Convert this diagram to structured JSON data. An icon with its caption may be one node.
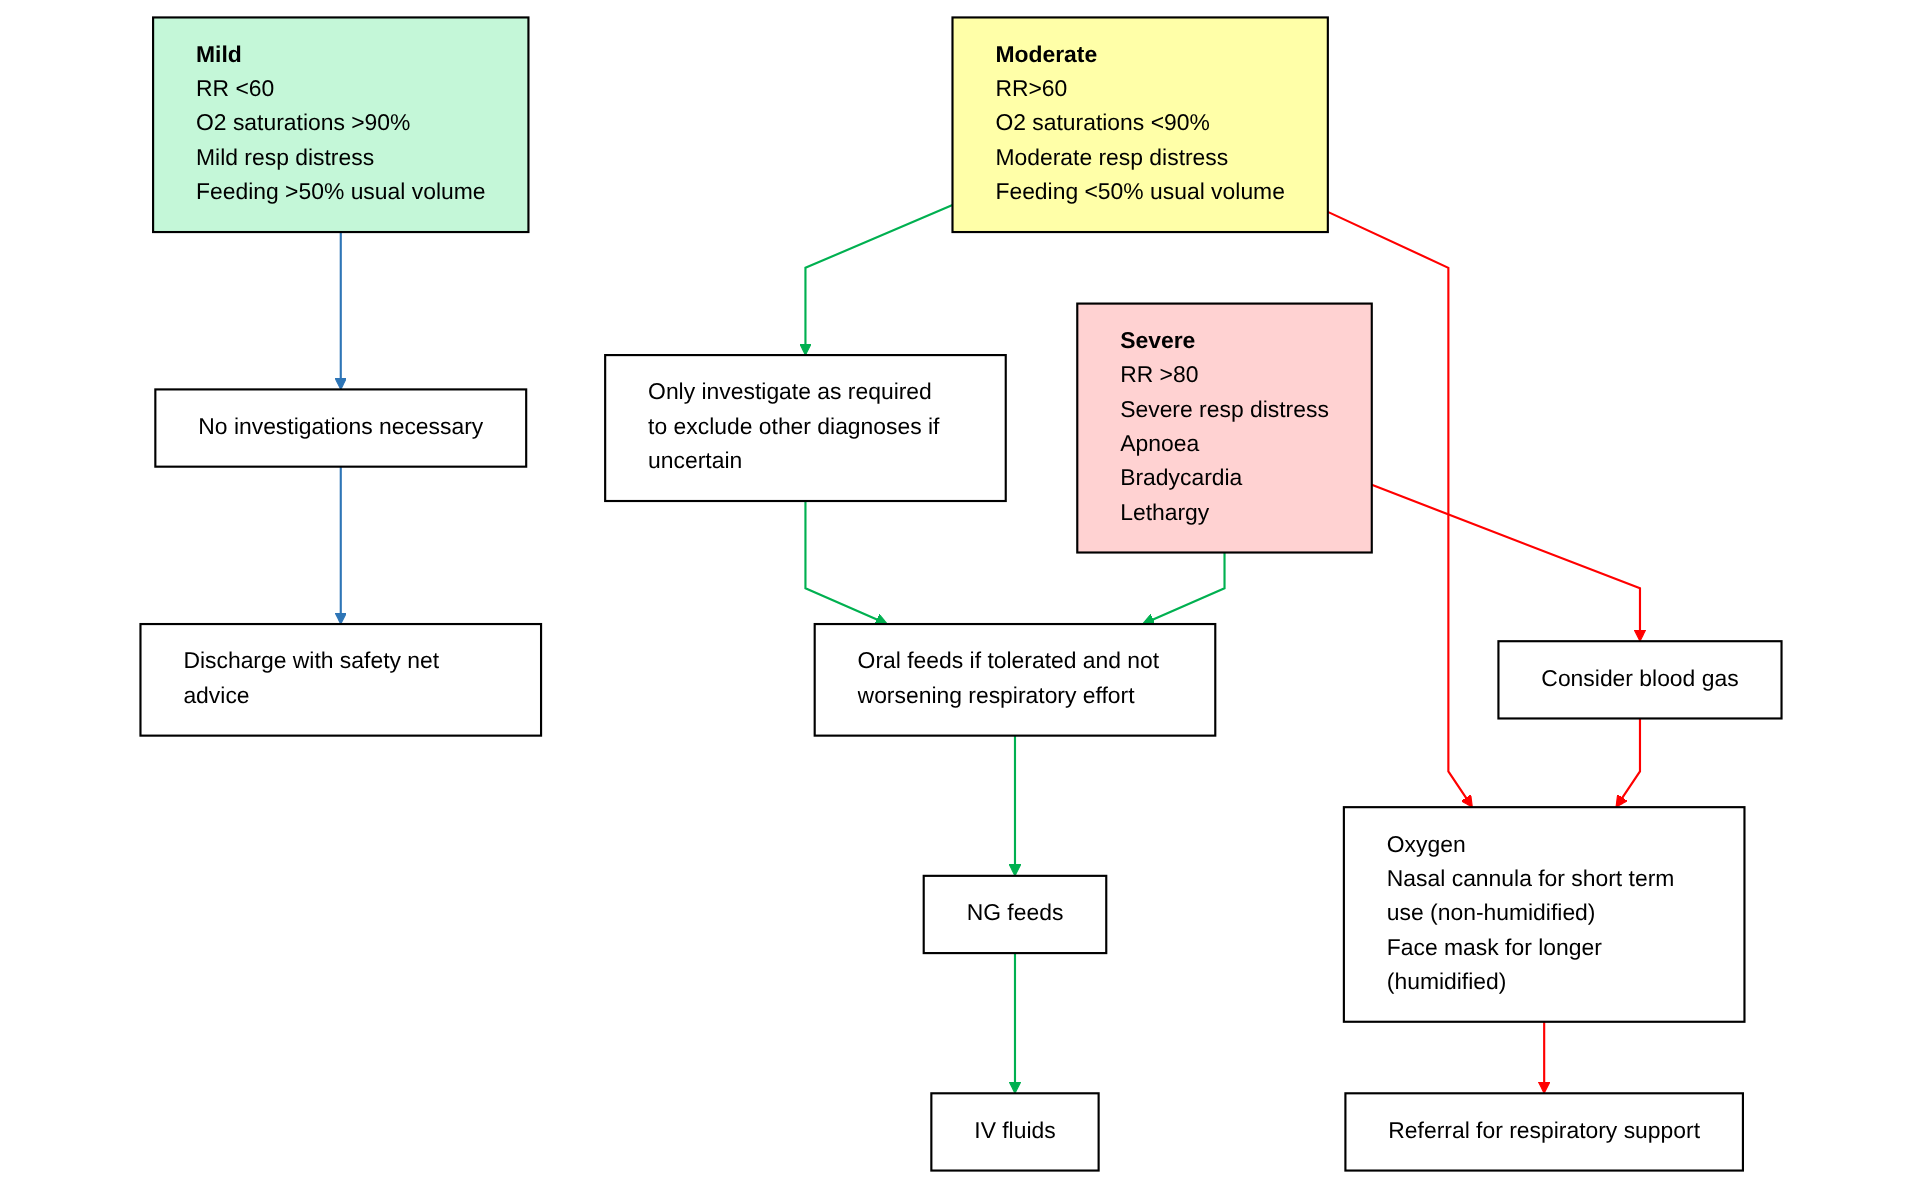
{
  "diagram": {
    "nodes": [
      {
        "text": [
          "Mild",
          "RR <60",
          "O2 saturations >90%",
          "Mild resp distress",
          "Feeding >50% usual volume"
        ]
      },
      {
        "text": [
          "Moderate",
          "RR>60",
          "O2 saturations <90%",
          "Moderate resp distress",
          "Feeding <50% usual volume"
        ]
      },
      {
        "text": [
          "Severe",
          "RR >80",
          "Severe resp distress",
          "Apnoea",
          "Bradycardia",
          "Lethargy"
        ]
      },
      {
        "text": [
          "No investigations necessary"
        ]
      },
      {
        "text": [
          "Discharge with safety net advice"
        ]
      },
      {
        "text": [
          "Only investigate as required to exclude other diagnoses if uncertain"
        ]
      },
      {
        "text": [
          "Oral feeds if tolerated and not worsening respiratory effort"
        ]
      },
      {
        "text": [
          "NG feeds"
        ]
      },
      {
        "text": [
          "IV fluids"
        ]
      },
      {
        "text": [
          "Consider blood gas"
        ]
      },
      {
        "text": [
          "Oxygen",
          "Nasal cannula for short term use (non-humidified)",
          "Face mask for longer (humidified)"
        ]
      },
      {
        "text": [
          "Referral for respiratory support"
        ]
      }
    ],
    "edges": [
      {
        "from": 0,
        "to": 3,
        "arrow": "to",
        "color": "#2e75b6"
      },
      {
        "from": 3,
        "to": 4,
        "arrow": "to",
        "color": "#2e75b6"
      },
      {
        "from": 1,
        "to": 5,
        "arrow": "to",
        "color": "#00b050"
      },
      {
        "from": 5,
        "to": 6,
        "arrow": "to",
        "color": "#00b050"
      },
      {
        "from": 6,
        "to": 7,
        "arrow": "to",
        "color": "#00b050"
      },
      {
        "from": 7,
        "to": 8,
        "arrow": "to",
        "color": "#00b050"
      },
      {
        "from": 1,
        "to": 10,
        "arrow": "to",
        "color": "#ff0000"
      },
      {
        "from": 2,
        "to": 6,
        "arrow": "to",
        "color": "#00b050"
      },
      {
        "from": 2,
        "to": 9,
        "arrow": "to",
        "color": "#ff0000"
      },
      {
        "from": 9,
        "to": 10,
        "arrow": "to",
        "color": "#ff0000"
      },
      {
        "from": 10,
        "to": 11,
        "arrow": "to",
        "color": "#ff0000"
      }
    ]
  }
}
